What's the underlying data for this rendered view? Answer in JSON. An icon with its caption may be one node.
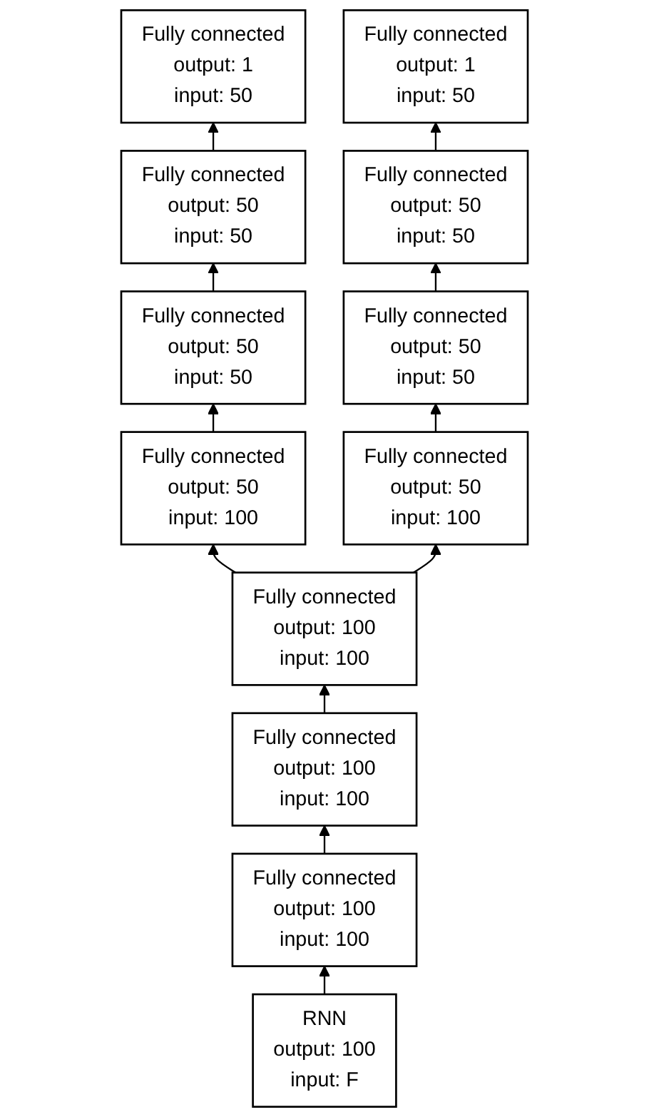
{
  "diagram": {
    "nodes": [
      {
        "text": [
          "Fully connected",
          "output: 1",
          "input: 50"
        ]
      },
      {
        "text": [
          "Fully connected",
          "output: 50",
          "input: 50"
        ]
      },
      {
        "text": [
          "Fully connected",
          "output: 50",
          "input: 50"
        ]
      },
      {
        "text": [
          "Fully connected",
          "output: 50",
          "input: 100"
        ]
      },
      {
        "text": [
          "Fully connected",
          "output: 1",
          "input: 50"
        ]
      },
      {
        "text": [
          "Fully connected",
          "output: 50",
          "input: 50"
        ]
      },
      {
        "text": [
          "Fully connected",
          "output: 50",
          "input: 50"
        ]
      },
      {
        "text": [
          "Fully connected",
          "output: 50",
          "input: 100"
        ]
      },
      {
        "text": [
          "Fully connected",
          "output: 100",
          "input: 100"
        ]
      },
      {
        "text": [
          "Fully connected",
          "output: 100",
          "input: 100"
        ]
      },
      {
        "text": [
          "Fully connected",
          "output: 100",
          "input: 100"
        ]
      },
      {
        "text": [
          "RNN",
          "output: 100",
          "input: F"
        ]
      }
    ],
    "edges": [
      {
        "from": 11,
        "to": 10,
        "arrow": "to"
      },
      {
        "from": 10,
        "to": 9,
        "arrow": "to"
      },
      {
        "from": 9,
        "to": 8,
        "arrow": "to"
      },
      {
        "from": 8,
        "to": 3,
        "arrow": "to"
      },
      {
        "from": 8,
        "to": 7,
        "arrow": "to"
      },
      {
        "from": 3,
        "to": 2,
        "arrow": "to"
      },
      {
        "from": 2,
        "to": 1,
        "arrow": "to"
      },
      {
        "from": 1,
        "to": 0,
        "arrow": "to"
      },
      {
        "from": 7,
        "to": 6,
        "arrow": "to"
      },
      {
        "from": 6,
        "to": 5,
        "arrow": "to"
      },
      {
        "from": 5,
        "to": 4,
        "arrow": "to"
      }
    ]
  }
}
